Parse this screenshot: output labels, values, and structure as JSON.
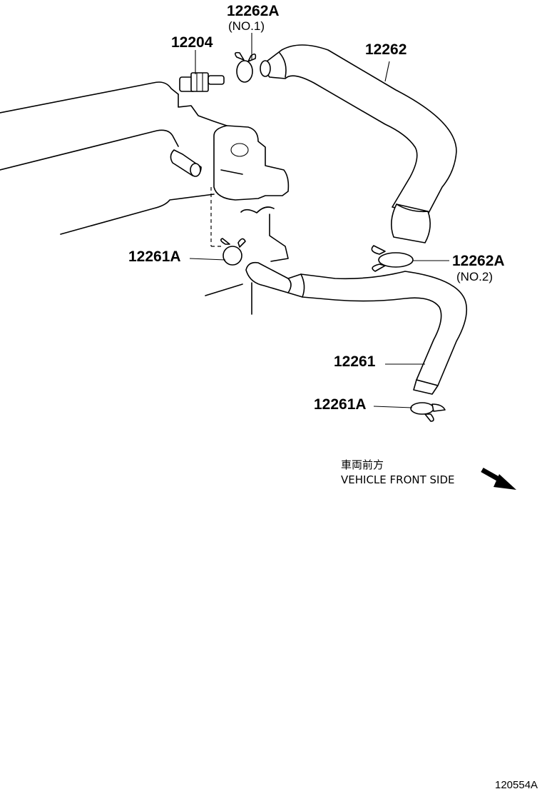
{
  "labels": {
    "l12262A_1": "12262A",
    "l12262A_1_sub": "(NO.1)",
    "l12204": "12204",
    "l12262": "12262",
    "l12261A_1": "12261A",
    "l12262A_2": "12262A",
    "l12262A_2_sub": "(NO.2)",
    "l12261": "12261",
    "l12261A_2": "12261A"
  },
  "direction": {
    "jp": "車両前方",
    "en": "VEHICLE FRONT SIDE",
    "icon": "arrow-down-right-icon"
  },
  "diagram_code": "120554A"
}
